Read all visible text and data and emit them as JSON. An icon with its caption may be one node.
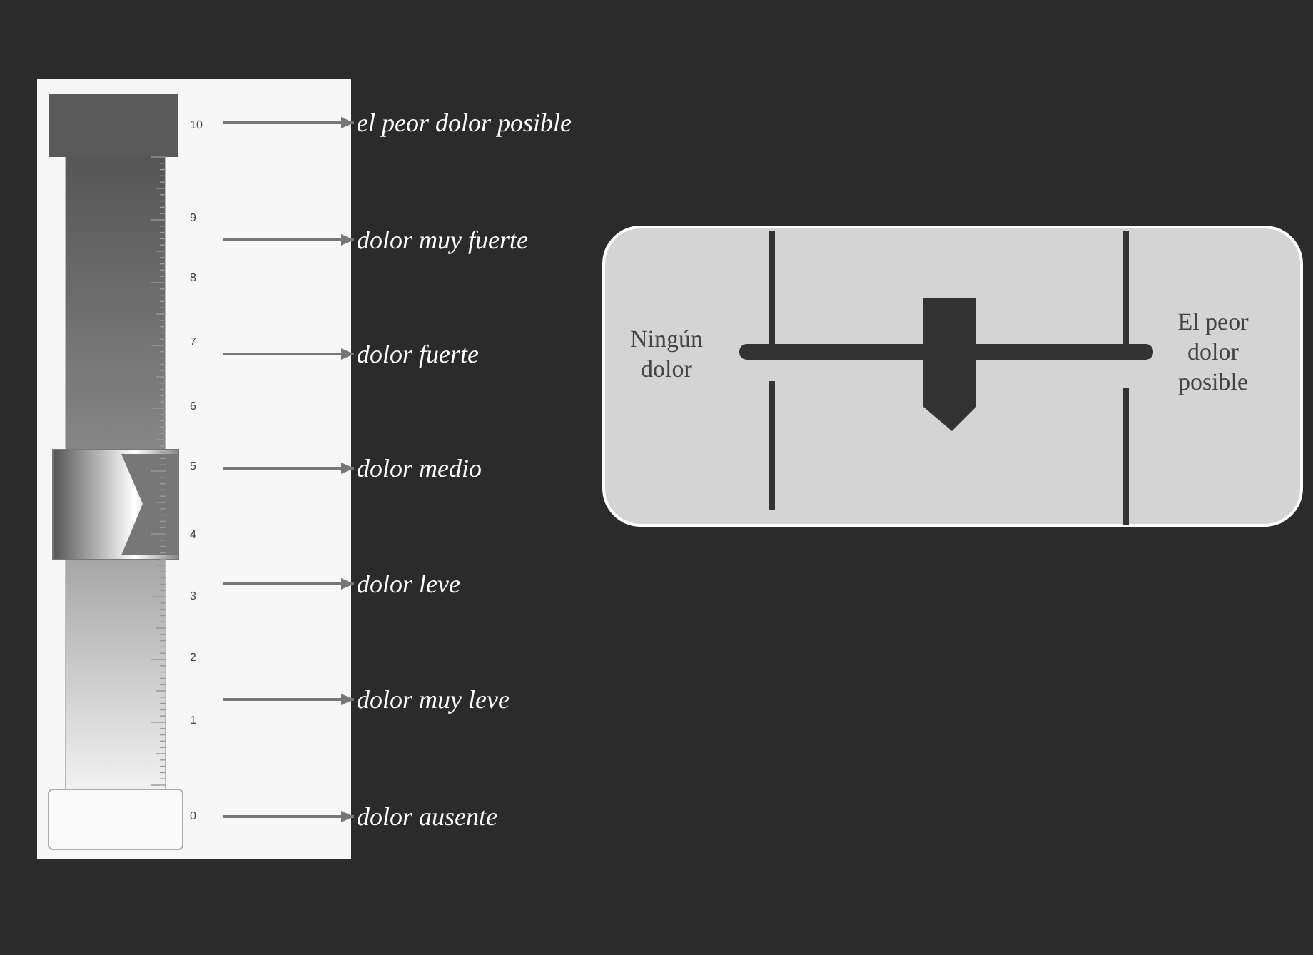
{
  "diagram": {
    "nodes": [
      {
        "text": [
          "el peor dolor posible"
        ]
      },
      {
        "text": [
          "dolor muy fuerte"
        ]
      },
      {
        "text": [
          "dolor fuerte"
        ]
      },
      {
        "text": [
          "dolor medio"
        ]
      },
      {
        "text": [
          "dolor leve"
        ]
      },
      {
        "text": [
          "dolor muy leve"
        ]
      },
      {
        "text": [
          "dolor ausente"
        ]
      },
      {
        "text": [
          "Ningún dolor",
          "El peor dolor posible"
        ]
      }
    ],
    "edges": [
      {
        "from": null,
        "to": 0,
        "arrow": "to"
      },
      {
        "from": null,
        "to": 1,
        "arrow": "to"
      },
      {
        "from": null,
        "to": 2,
        "arrow": "to"
      },
      {
        "from": null,
        "to": 3,
        "arrow": "to"
      },
      {
        "from": null,
        "to": 4,
        "arrow": "to"
      },
      {
        "from": null,
        "to": 5,
        "arrow": "to"
      },
      {
        "from": null,
        "to": 6,
        "arrow": "to"
      }
    ],
    "labels": [
      "10",
      "9",
      "8",
      "7",
      "6",
      "5",
      "4",
      "3",
      "2",
      "1",
      "0"
    ]
  }
}
